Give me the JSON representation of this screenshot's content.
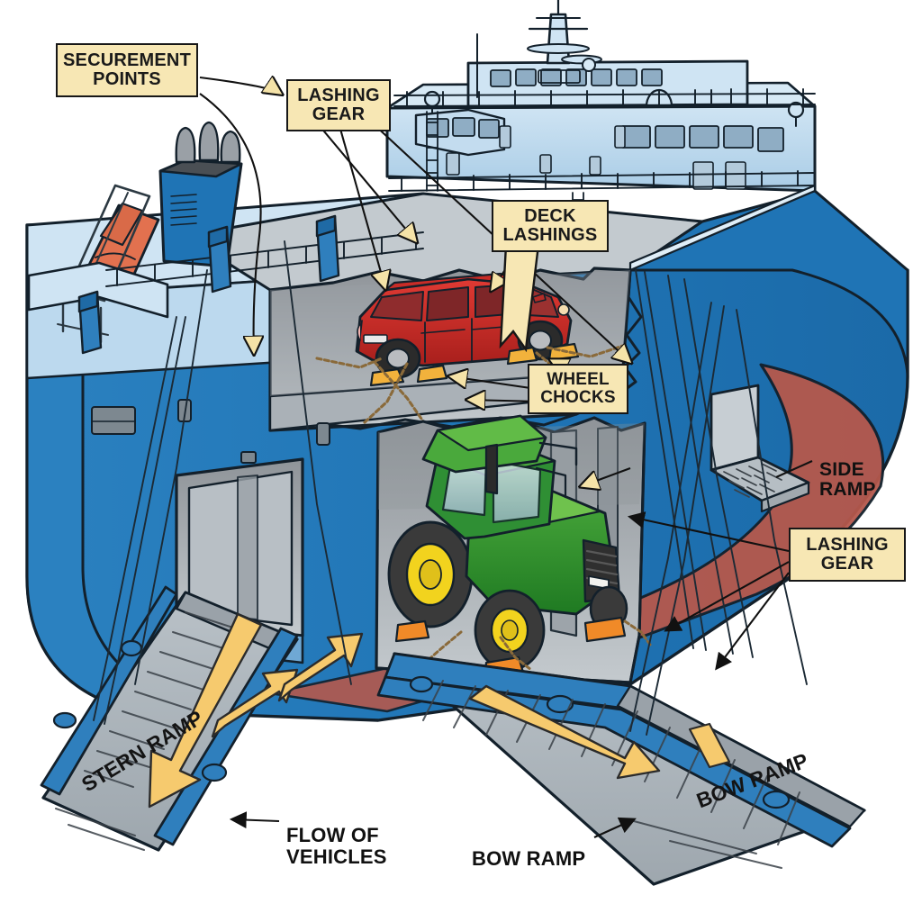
{
  "diagram": {
    "title": "Ro-Ro vessel vehicle securement cutaway",
    "colors": {
      "hull_blue": "#1f74b5",
      "hull_blue_dark": "#10588f",
      "antifoul_red": "#b5584c",
      "superstructure": "#bcd9ee",
      "deck_gray": "#b9c0c6",
      "ramp_gray": "#a9b1b8",
      "callout_fill": "#f7e7b4",
      "callout_stroke": "#171717",
      "arrow_amber": "#f6c濃"
    }
  },
  "labels": {
    "securement_points": "SECUREMENT\nPOINTS",
    "lashing_gear_top": "LASHING\nGEAR",
    "deck_lashings": "DECK\nLASHINGS",
    "wheel_chocks": "WHEEL\nCHOCKS",
    "side_ramp": "SIDE\nRAMP",
    "lashing_gear_right": "LASHING\nGEAR",
    "stern_ramp_on_deck": "STERN RAMP",
    "flow_of_vehicles": "FLOW OF\nVEHICLES",
    "bow_ramp_pointer": "BOW RAMP",
    "bow_ramp_on_deck": "BOW RAMP"
  },
  "cargo": {
    "vehicle_upper": "red-suv",
    "vehicle_lower": "green-tractor",
    "chock_color_upper": "#f2b23c",
    "chock_color_lower": "#f08a28"
  },
  "flow_arrows": {
    "count": 5,
    "color": "#f6ca6e",
    "meaning": "direction vehicles travel on/off the ship"
  }
}
